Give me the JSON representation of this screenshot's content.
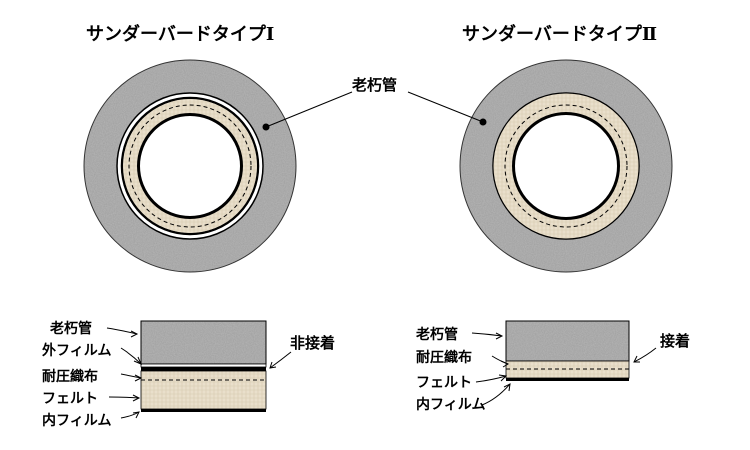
{
  "type1": {
    "title": "サンダーバードタイプⅠ",
    "labels": {
      "old_pipe": "老朽管",
      "outer_film": "外フィルム",
      "pressure_fabric": "耐圧織布",
      "felt": "フェルト",
      "inner_film": "内フィルム"
    },
    "bond_note": "非接着"
  },
  "type2": {
    "title": "サンダーバードタイプⅡ",
    "labels": {
      "old_pipe": "老朽管",
      "pressure_fabric": "耐圧織布",
      "felt": "フェルト",
      "inner_film": "内フィルム"
    },
    "bond_note": "接着"
  },
  "shared": {
    "old_pipe_callout": "老朽管"
  },
  "colors": {
    "concrete_base": "#9c9c9c",
    "liner_felt": "#e7dcc8",
    "film": "#000000",
    "background": "#ffffff"
  }
}
